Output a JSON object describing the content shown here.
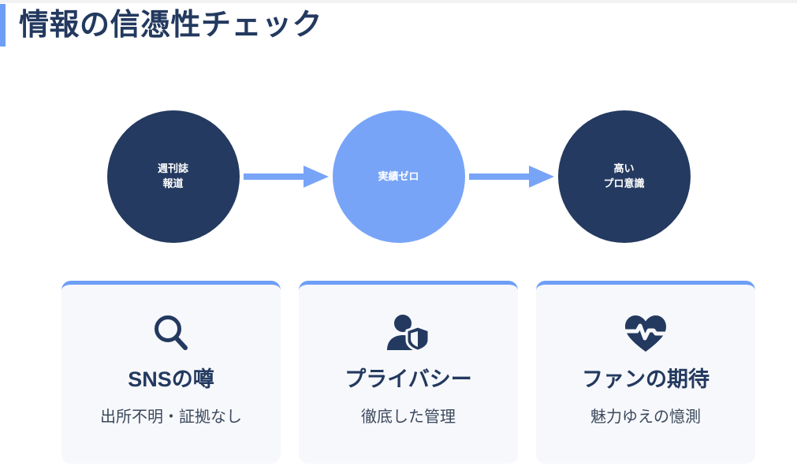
{
  "page": {
    "title": "情報の信憑性チェック",
    "accent_color": "#6d9ef5",
    "navy_color": "#243a60",
    "card_bg_color": "#f7f8fb"
  },
  "flow": {
    "steps": [
      {
        "id": "step-1",
        "style": "navy",
        "lines": [
          "週刊誌",
          "報道"
        ]
      },
      {
        "id": "step-2",
        "style": "blue",
        "lines": [
          "実績ゼロ"
        ]
      },
      {
        "id": "step-3",
        "style": "navy",
        "lines": [
          "高い",
          "プロ意識"
        ]
      }
    ],
    "arrow_icon": "arrow-right-icon",
    "arrow_color": "#78a4f8"
  },
  "cards": [
    {
      "id": "card-sns",
      "icon": "magnifier-icon",
      "title": "SNSの噂",
      "desc": "出所不明・証拠なし"
    },
    {
      "id": "card-privacy",
      "icon": "person-shield-icon",
      "title": "プライバシー",
      "desc": "徹底した管理"
    },
    {
      "id": "card-fans",
      "icon": "heart-pulse-icon",
      "title": "ファンの期待",
      "desc": "魅力ゆえの憶測"
    }
  ]
}
